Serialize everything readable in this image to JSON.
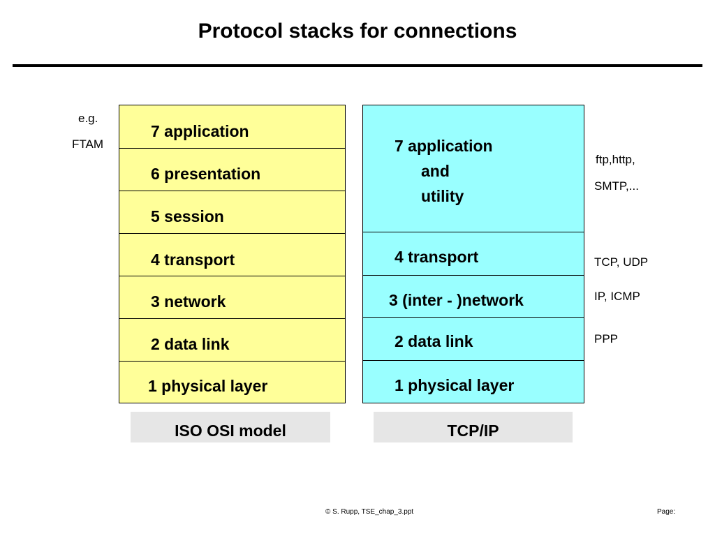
{
  "title": "Protocol stacks for connections",
  "colors": {
    "osi_fill": "#ffff99",
    "tcpip_fill": "#99ffff",
    "caption_fill": "#e6e6e6"
  },
  "osi": {
    "layers": [
      "7  application",
      "6  presentation",
      "5  session",
      "4  transport",
      "3  network",
      "2  data link",
      "1  physical layer"
    ],
    "example_line1": "e.g.",
    "example_line2": "FTAM",
    "caption": "ISO  OSI  model"
  },
  "tcpip": {
    "app_line1": "7  application",
    "app_line2": "and",
    "app_line3": "utility",
    "layers": [
      "4  transport",
      "3  (inter  - )network",
      "2  data link",
      "1  physical layer"
    ],
    "caption": "TCP/IP"
  },
  "protocols": {
    "app_line1": "ftp,http,",
    "app_line2": "SMTP,...",
    "transport": "TCP, UDP",
    "network": "IP, ICMP",
    "datalink": "PPP"
  },
  "footer": {
    "copyright": "© S. Rupp, TSE_chap_3.ppt",
    "page": "Page:"
  }
}
